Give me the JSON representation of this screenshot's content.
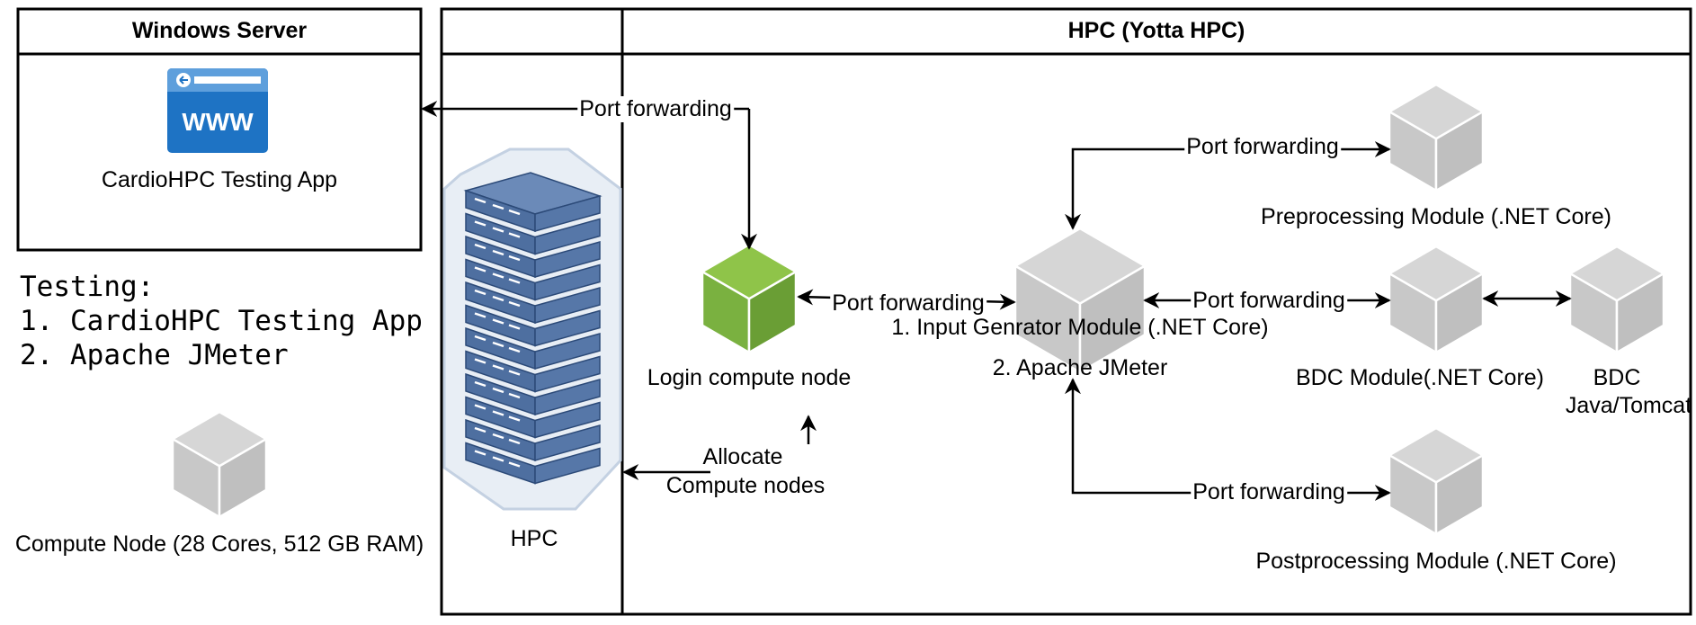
{
  "windows_server": {
    "title": "Windows Server",
    "app_icon_text": "WWW",
    "app_label": "CardioHPC Testing App"
  },
  "testing": {
    "heading": "Testing:",
    "items": [
      "1. CardioHPC Testing App",
      "2. Apache JMeter"
    ]
  },
  "compute_node": {
    "label": "Compute Node (28 Cores, 512 GB RAM)"
  },
  "hpc": {
    "title": "HPC (Yotta HPC)",
    "server_label": "HPC",
    "login_node_label": "Login compute node",
    "allocate_line1": "Allocate",
    "allocate_line2": "Compute nodes",
    "input_generator_label": "1. Input Genrator Module (.NET Core)",
    "jmeter_label": "2. Apache JMeter",
    "preprocessing_label": "Preprocessing Module (.NET Core)",
    "bdc_label": "BDC Module(.NET Core)",
    "bdc_java_line1": "BDC",
    "bdc_java_line2": "Java/Tomcat",
    "postprocessing_label": "Postprocessing Module (.NET Core)"
  },
  "edges": {
    "port_forwarding": "Port forwarding"
  },
  "colors": {
    "gray_cube_top": "#d6d6d6",
    "gray_cube_left": "#c8c8c8",
    "gray_cube_right": "#bfbfbf",
    "green_cube_top": "#8fc449",
    "green_cube_left": "#7ab140",
    "green_cube_right": "#6a9e35",
    "www_blue": "#1e73c4",
    "server_blue": "#5677a8"
  }
}
